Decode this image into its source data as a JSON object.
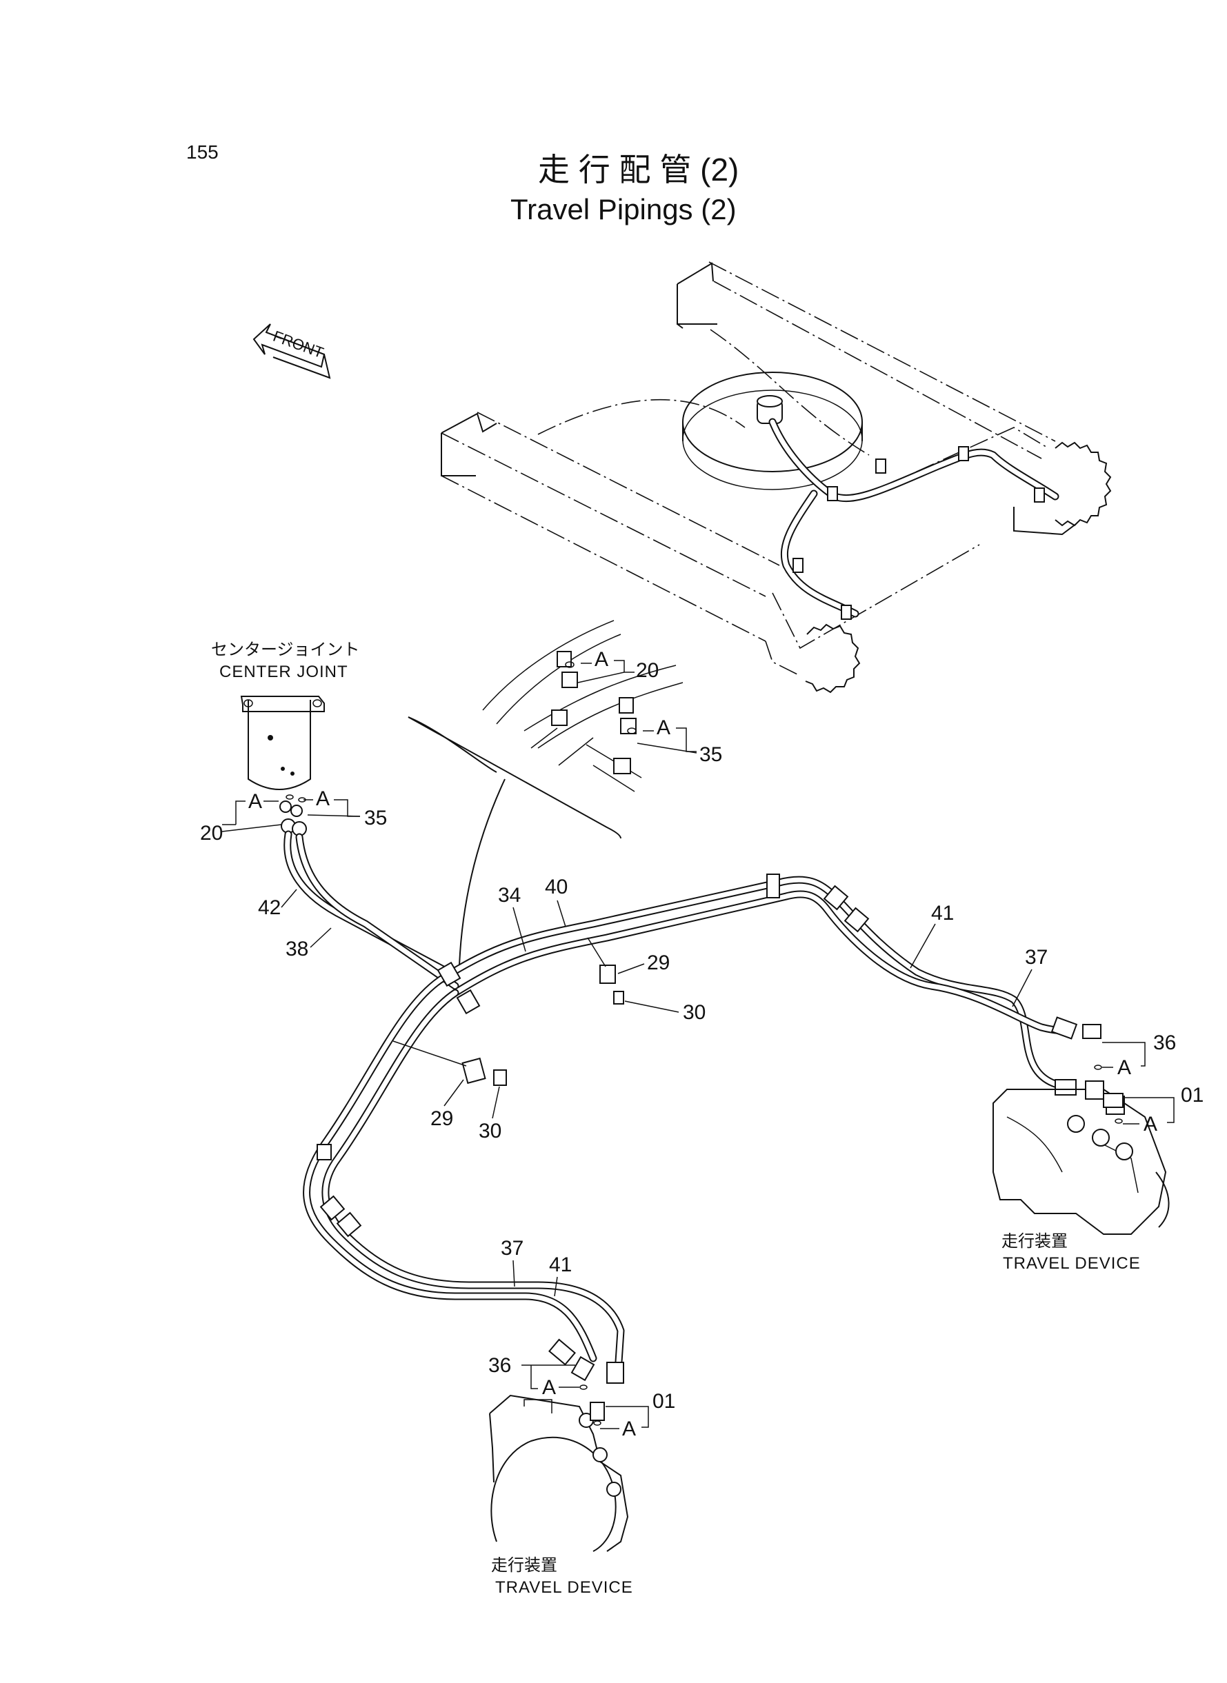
{
  "page_number": "155",
  "title_jp": "走 行 配 管 (2)",
  "title_en": "Travel Pipings (2)",
  "front_label": "FRONT",
  "center_joint": {
    "jp": "センタージョイント",
    "en": "CENTER JOINT"
  },
  "travel_device_right": {
    "jp": "走行装置",
    "en": "TRAVEL DEVICE"
  },
  "travel_device_left": {
    "jp": "走行装置",
    "en": "TRAVEL DEVICE"
  },
  "detail_callouts": {
    "a1": "A",
    "p20": "20",
    "a2": "A",
    "p35": "35"
  },
  "center_callouts": {
    "a_left": "A",
    "a_right": "A",
    "p20": "20",
    "p35": "35"
  },
  "pipe_callouts": {
    "p42": "42",
    "p38": "38",
    "p34": "34",
    "p40": "40",
    "p41": "41",
    "p37": "37"
  },
  "clamp_callouts": {
    "p29_top": "29",
    "p30_top": "30",
    "p29_bottom": "29",
    "p30_bottom": "30"
  },
  "right_device_callouts": {
    "p36": "36",
    "a1": "A",
    "p01": "01",
    "a2": "A"
  },
  "left_device_callouts": {
    "p37": "37",
    "p41": "41",
    "p36": "36",
    "a1": "A",
    "p01": "01",
    "a2": "A"
  }
}
